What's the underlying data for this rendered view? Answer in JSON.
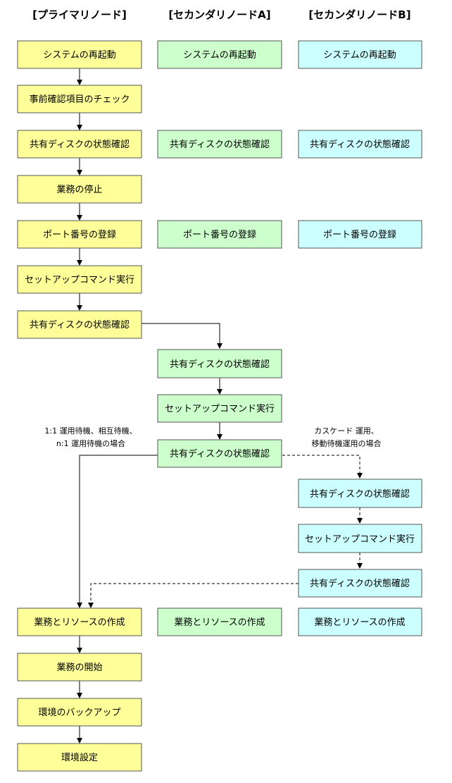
{
  "colors": {
    "primary_fill": "#FFFF99",
    "secondary_a_fill": "#CCFFCC",
    "secondary_b_fill": "#CCFFFF",
    "border": "#555555",
    "line": "#000000"
  },
  "columns": {
    "primary": "[プライマリノード]",
    "secondary_a": "[セカンダリノードA]",
    "secondary_b": "[セカンダリノードB]"
  },
  "primary": {
    "restart": "システムの再起動",
    "precheck": "事前確認項目のチェック",
    "disk_check_1": "共有ディスクの状態確認",
    "stop_business": "業務の停止",
    "port_register": "ポート番号の登録",
    "setup_command": "セットアップコマンド実行",
    "disk_check_2": "共有ディスクの状態確認",
    "create_business": "業務とリソースの作成",
    "start_business": "業務の開始",
    "backup": "環境のバックアップ",
    "env_settings": "環境設定"
  },
  "secondary_a": {
    "restart": "システムの再起動",
    "disk_check_1": "共有ディスクの状態確認",
    "port_register": "ポート番号の登録",
    "disk_check_2": "共有ディスクの状態確認",
    "setup_command": "セットアップコマンド実行",
    "disk_check_3": "共有ディスクの状態確認",
    "create_business": "業務とリソースの作成"
  },
  "secondary_b": {
    "restart": "システムの再起動",
    "disk_check_1": "共有ディスクの状態確認",
    "port_register": "ポート番号の登録",
    "disk_check_2": "共有ディスクの状態確認",
    "setup_command": "セットアップコマンド実行",
    "disk_check_3": "共有ディスクの状態確認",
    "create_business": "業務とリソースの作成"
  },
  "notes": {
    "left_line1": "1:1 運用待機、相互待機、",
    "left_line2": "n:1 運用待機の場合",
    "right_line1": "カスケード 運用、",
    "right_line2": "移動待機運用の場合"
  }
}
